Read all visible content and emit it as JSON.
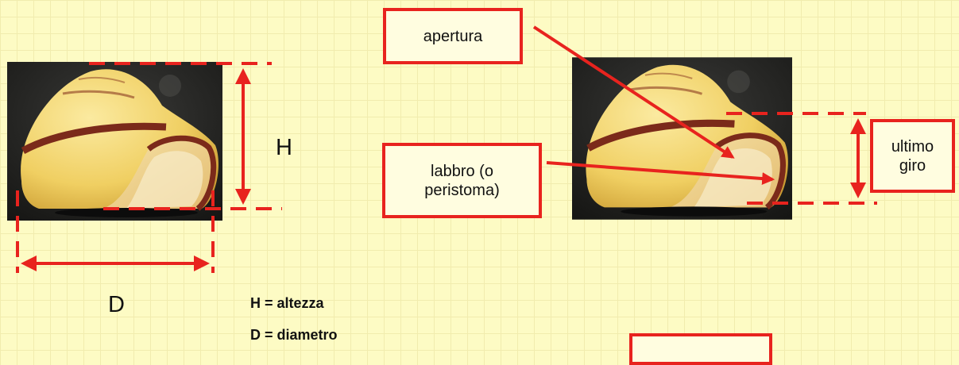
{
  "left_figure": {
    "height_letter": "H",
    "diameter_letter": "D"
  },
  "legend": {
    "height_def": "H = altezza",
    "diameter_def": "D = diametro"
  },
  "right_figure": {
    "apertura_label": "apertura",
    "labbro_label": "labbro (o peristoma)",
    "ultimo_giro_label": "ultimo giro"
  },
  "colors": {
    "annotation": "#e8231e",
    "background": "#fdfbc4",
    "shell": "#f3d468",
    "band": "#7b2a1a"
  }
}
